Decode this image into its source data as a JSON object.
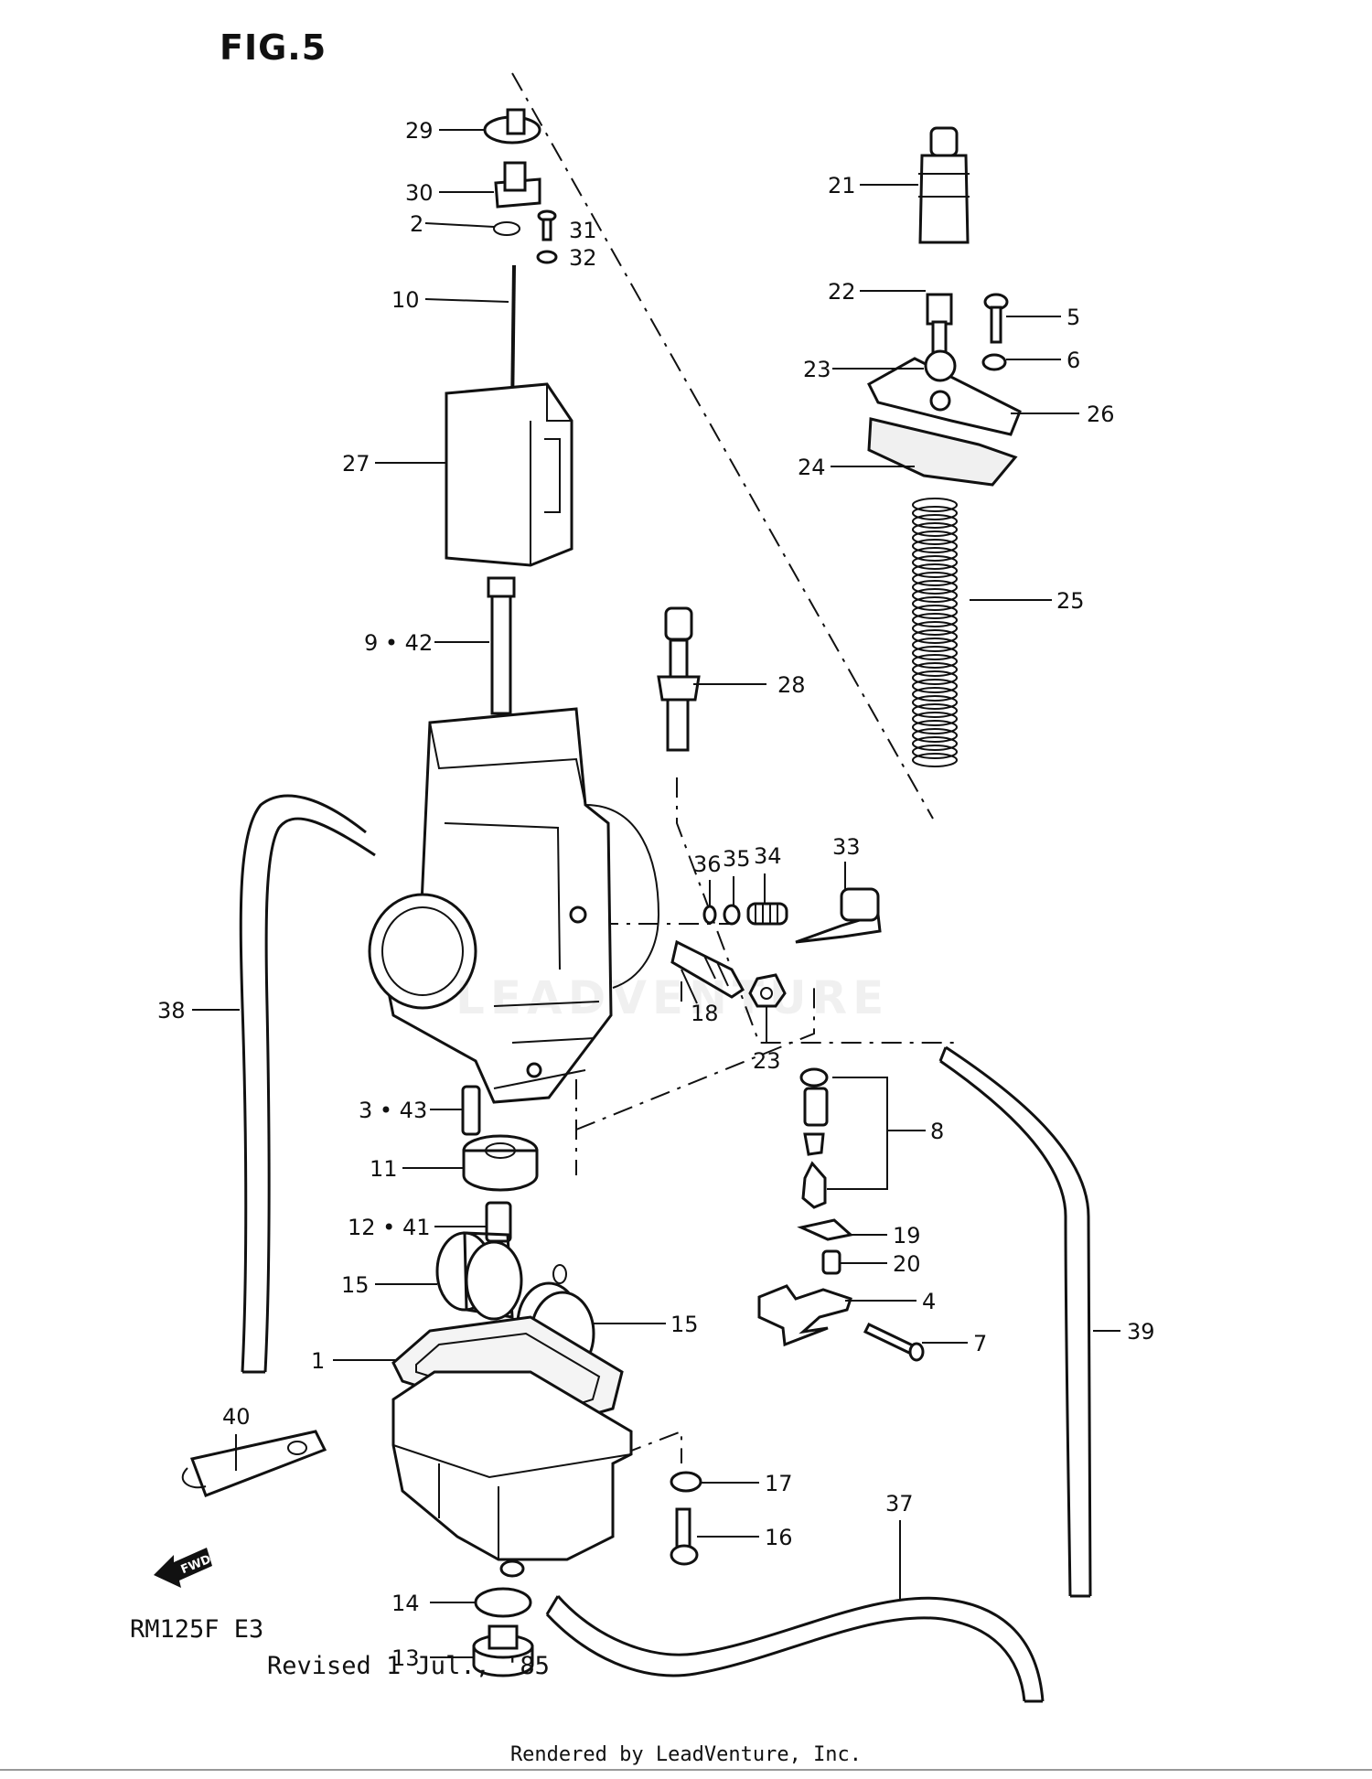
{
  "figure": {
    "title": "FIG.5",
    "model": "RM125F E3",
    "revision": "Revised 1 Jul., '85",
    "watermark": "LEADVENTURE",
    "footer": "Rendered by LeadVenture, Inc."
  },
  "fwd_badge": "FWD",
  "callouts": [
    {
      "id": "c29",
      "text": "29"
    },
    {
      "id": "c30",
      "text": "30"
    },
    {
      "id": "c2",
      "text": "2"
    },
    {
      "id": "c31",
      "text": "31"
    },
    {
      "id": "c32",
      "text": "32"
    },
    {
      "id": "c10",
      "text": "10"
    },
    {
      "id": "c27",
      "text": "27"
    },
    {
      "id": "c9",
      "text": "9 • 42"
    },
    {
      "id": "c21",
      "text": "21"
    },
    {
      "id": "c22",
      "text": "22"
    },
    {
      "id": "c5",
      "text": "5"
    },
    {
      "id": "c23a",
      "text": "23"
    },
    {
      "id": "c6",
      "text": "6"
    },
    {
      "id": "c26",
      "text": "26"
    },
    {
      "id": "c24",
      "text": "24"
    },
    {
      "id": "c25",
      "text": "25"
    },
    {
      "id": "c28",
      "text": "28"
    },
    {
      "id": "c33",
      "text": "33"
    },
    {
      "id": "c36",
      "text": "36"
    },
    {
      "id": "c35",
      "text": "35"
    },
    {
      "id": "c34",
      "text": "34"
    },
    {
      "id": "c18",
      "text": "18"
    },
    {
      "id": "c23b",
      "text": "23"
    },
    {
      "id": "c38",
      "text": "38"
    },
    {
      "id": "c3",
      "text": "3 • 43"
    },
    {
      "id": "c11",
      "text": "11"
    },
    {
      "id": "c8",
      "text": "8"
    },
    {
      "id": "c12",
      "text": "12 • 41"
    },
    {
      "id": "c19",
      "text": "19"
    },
    {
      "id": "c20",
      "text": "20"
    },
    {
      "id": "c15a",
      "text": "15"
    },
    {
      "id": "c15b",
      "text": "15"
    },
    {
      "id": "c4",
      "text": "4"
    },
    {
      "id": "c7",
      "text": "7"
    },
    {
      "id": "c39",
      "text": "39"
    },
    {
      "id": "c1",
      "text": "1"
    },
    {
      "id": "c40",
      "text": "40"
    },
    {
      "id": "c17",
      "text": "17"
    },
    {
      "id": "c37",
      "text": "37"
    },
    {
      "id": "c16",
      "text": "16"
    },
    {
      "id": "c14",
      "text": "14"
    },
    {
      "id": "c13",
      "text": "13"
    }
  ]
}
